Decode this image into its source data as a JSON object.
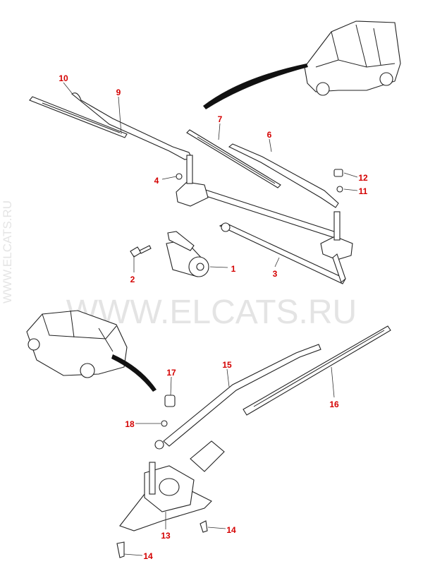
{
  "watermark": {
    "main": "WWW.ELCATS.RU",
    "side": "WWW.ELCATS.RU"
  },
  "labels": [
    "1",
    "2",
    "3",
    "4",
    "6",
    "7",
    "9",
    "10",
    "11",
    "12",
    "13",
    "14",
    "14",
    "15",
    "16",
    "17",
    "18"
  ],
  "colors": {
    "label": "#d40000",
    "line": "#222222",
    "watermark": "#e4e4e4"
  }
}
